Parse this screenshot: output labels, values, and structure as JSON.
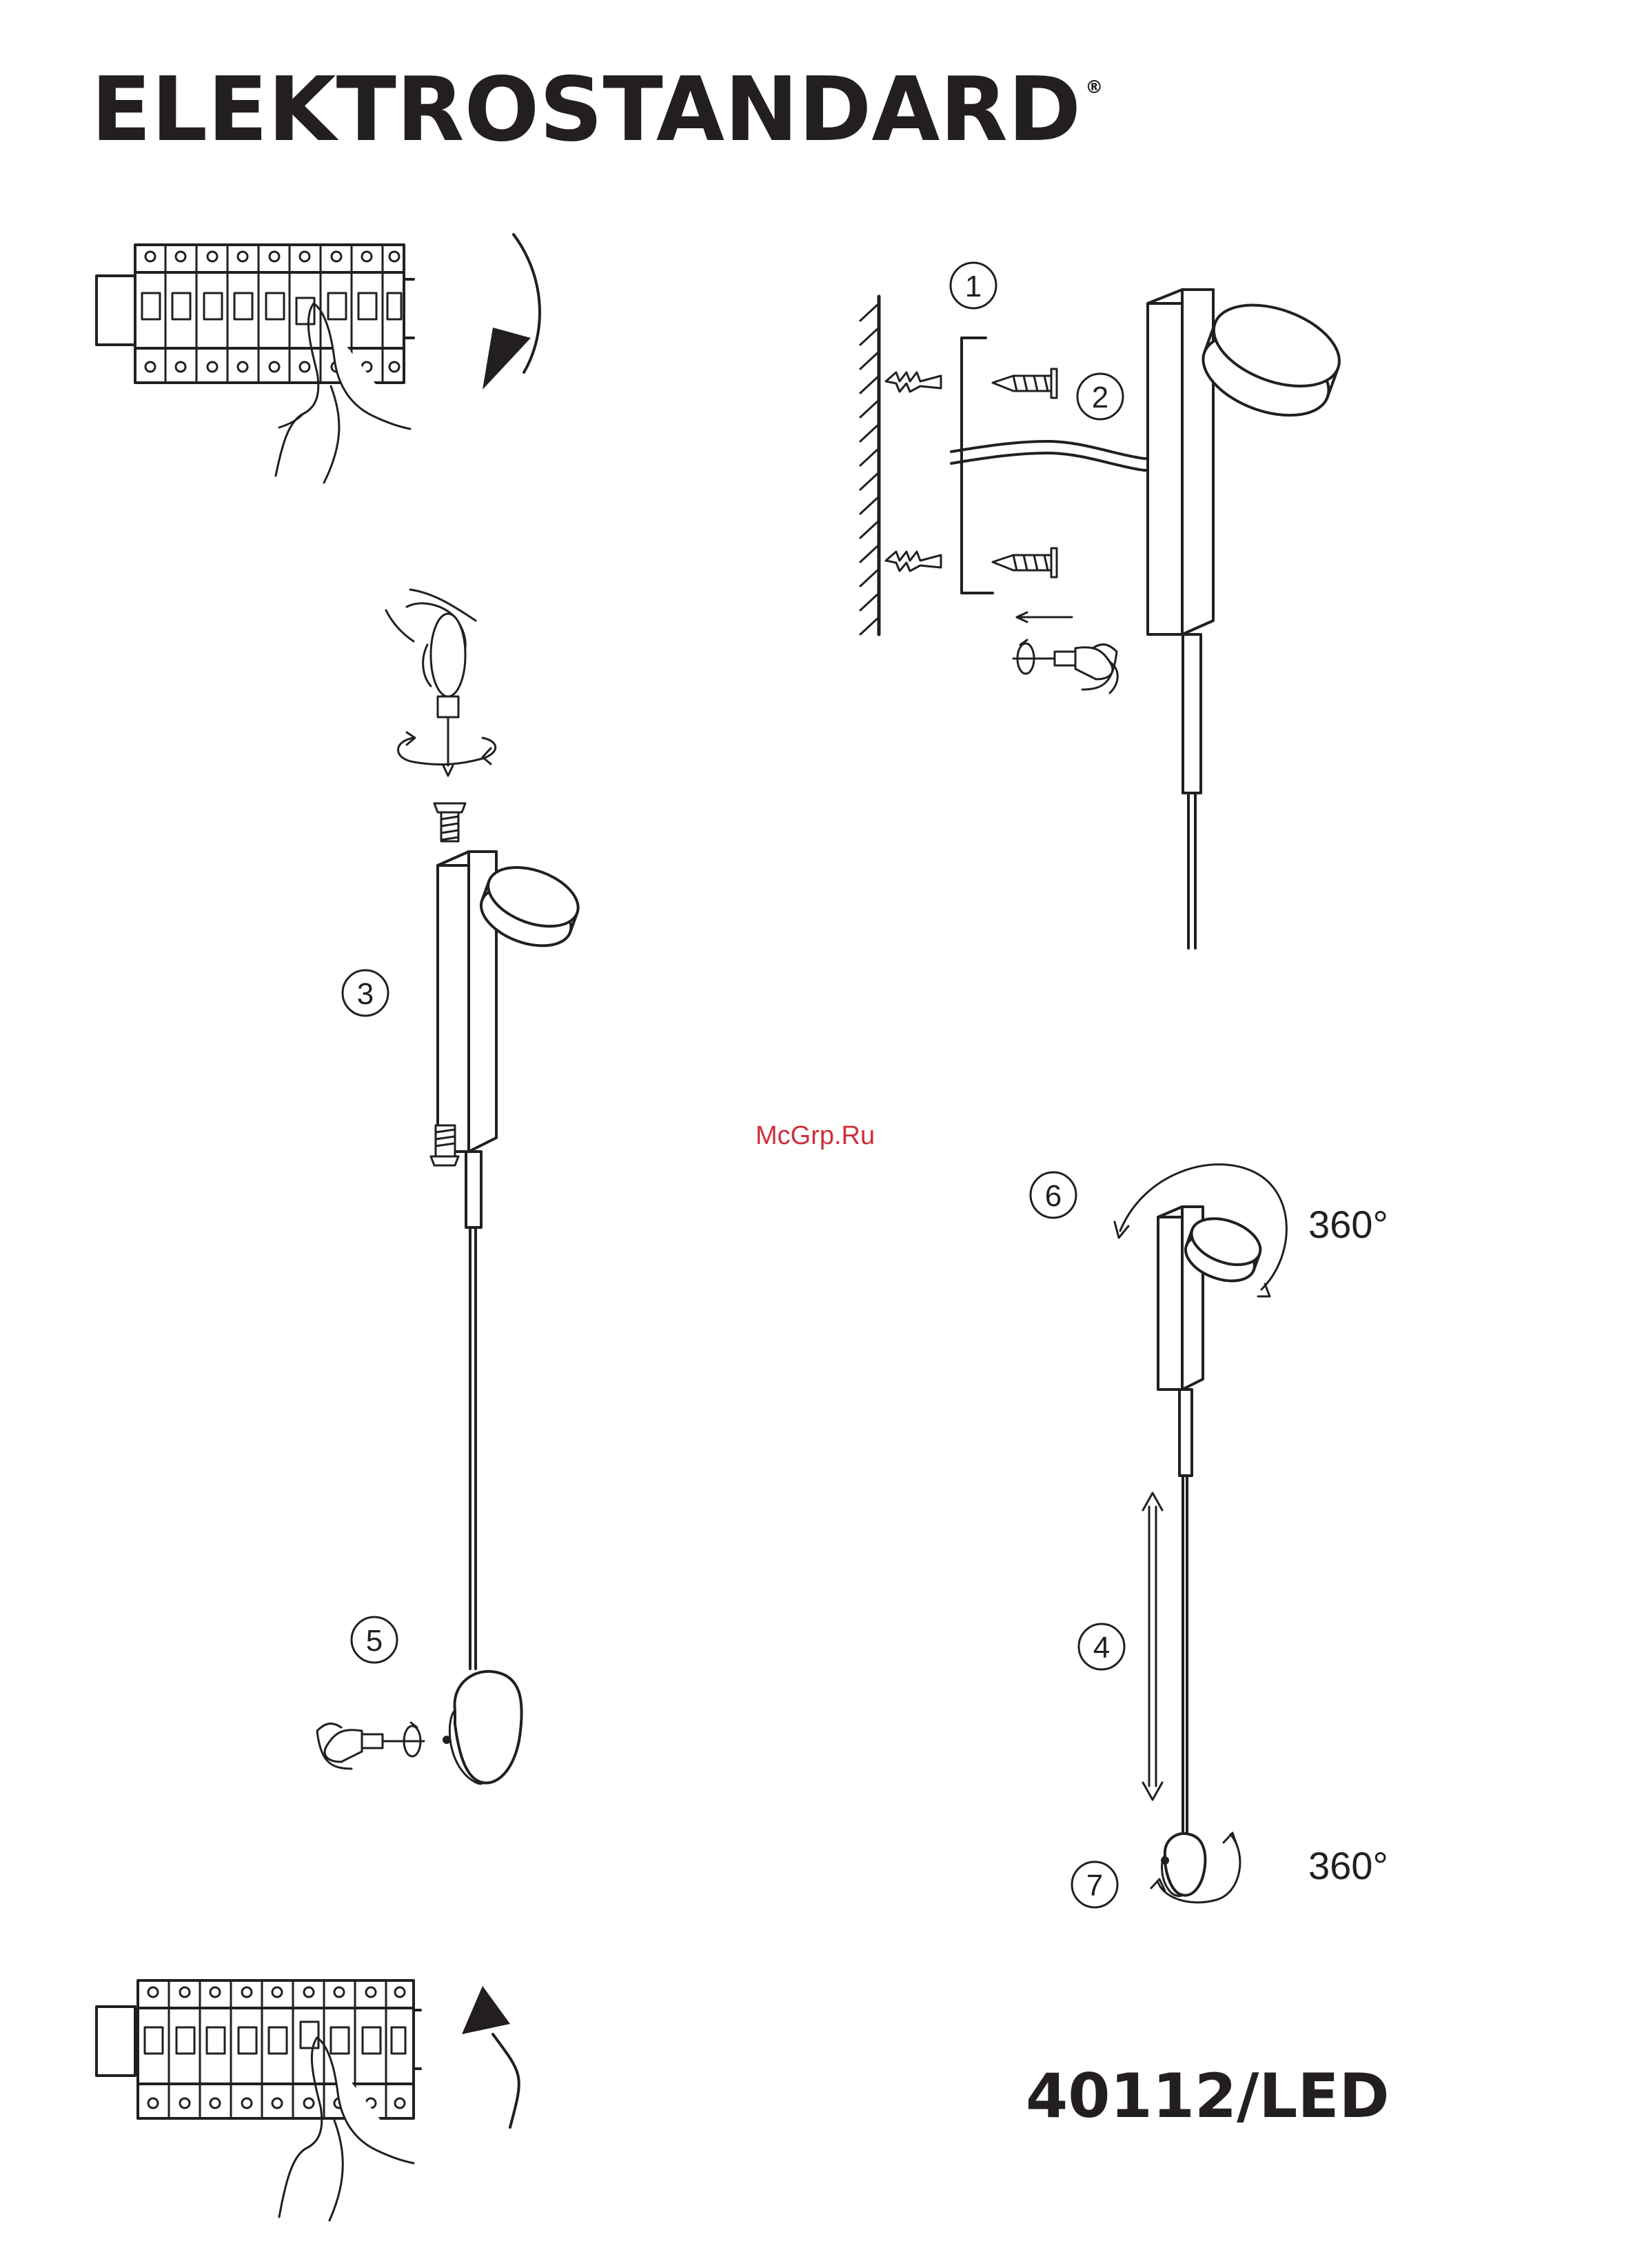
{
  "header": {
    "brand": "ELEKTROSTANDARD",
    "registered_mark": "®"
  },
  "watermark": "McGrp.Ru",
  "model": "40112/LED",
  "steps": [
    "1",
    "2",
    "3",
    "4",
    "5",
    "6",
    "7"
  ],
  "rotation": {
    "step6_label": "360°",
    "step7_label": "360°"
  },
  "colors": {
    "ink": "#231f20",
    "watermark": "#cf2e3a"
  }
}
